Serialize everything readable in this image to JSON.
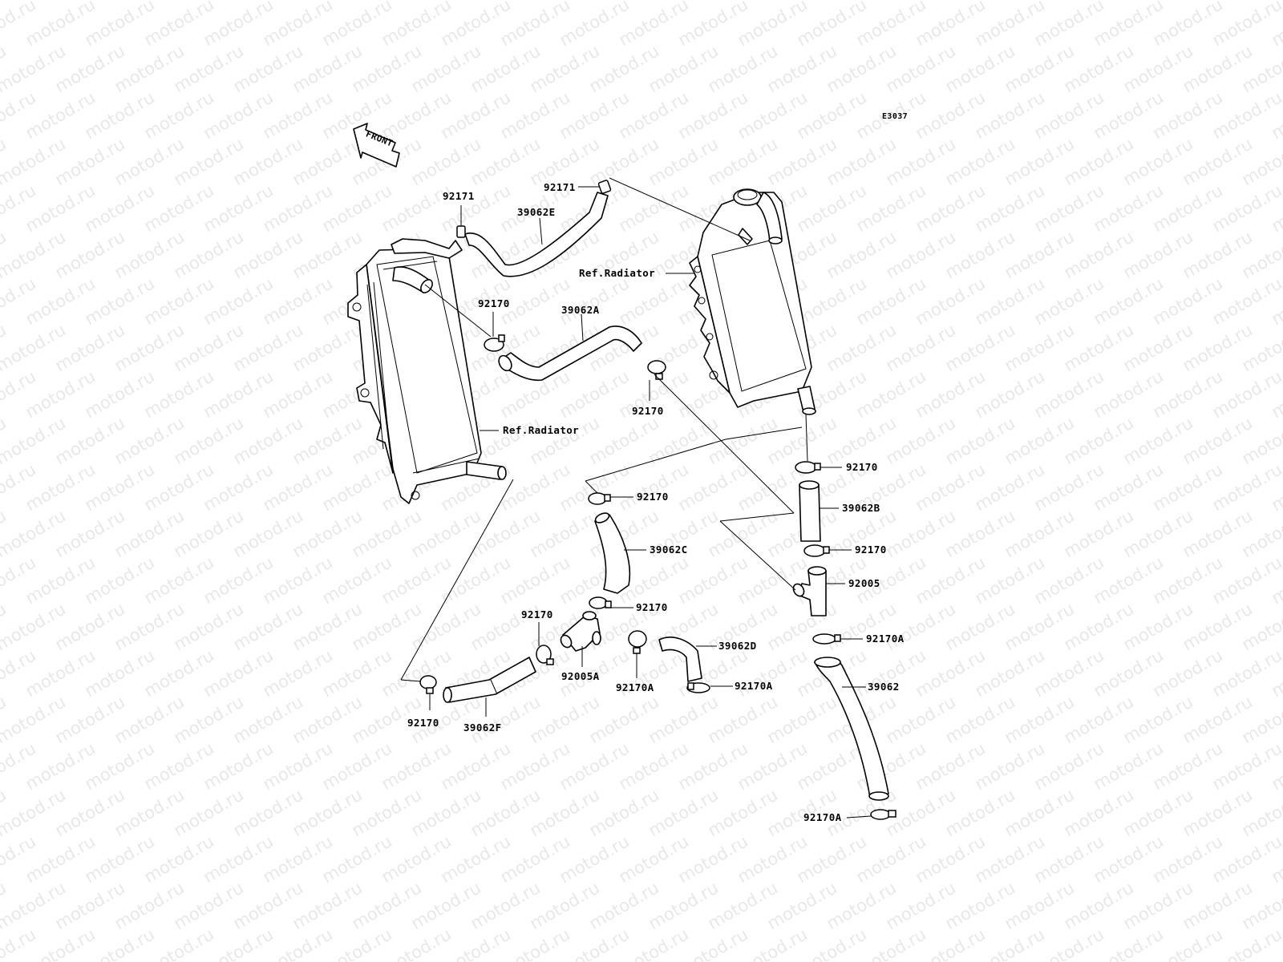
{
  "watermark": "motod.ru",
  "diagram_code": "E3037",
  "front_label": "FRONT",
  "labels": {
    "p92171_left": "92171",
    "p92171_top": "92171",
    "p39062E": "39062E",
    "ref_radiator_right": "Ref.Radiator",
    "p92170_upper_left": "92170",
    "p39062A": "39062A",
    "p92170_mid": "92170",
    "ref_radiator_left": "Ref.Radiator",
    "p92170_right_upper": "92170",
    "p39062B": "39062B",
    "p92170_c_top": "92170",
    "p92170_right_lower": "92170",
    "p39062C": "39062C",
    "p92005": "92005",
    "p92170_c_bottom": "92170",
    "p92170_tee_left": "92170",
    "p92170A_right": "92170A",
    "p39062D": "39062D",
    "p39062": "39062",
    "p92005A": "92005A",
    "p92170A_mid": "92170A",
    "p92170A_d": "92170A",
    "p92170_bottom_left": "92170",
    "p39062F": "39062F",
    "p92170A_bottom": "92170A"
  }
}
